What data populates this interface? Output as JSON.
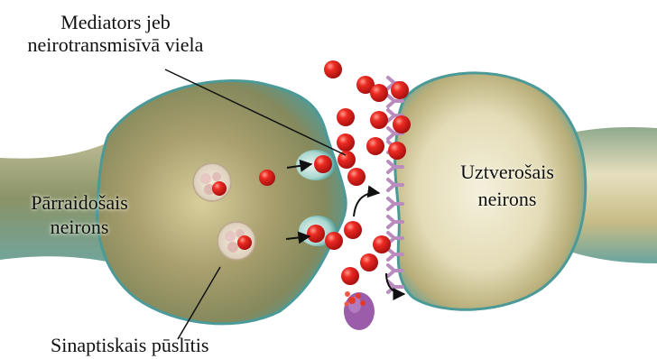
{
  "labels": {
    "mediator_line1": "Mediators jeb",
    "mediator_line2": "neirotransmisīvā viela",
    "sender_line1": "Pārraidošais",
    "sender_line2": "neirons",
    "receiver_line1": "Uztverošais",
    "receiver_line2": "neirons",
    "vesicle_label": "Sinaptiskais pūslītis"
  },
  "colors": {
    "neuron_body": "#a99f6e",
    "neuron_edge": "#4f9d9b",
    "neuron_light": "#efebd7",
    "molecule": "#dd1f1f",
    "receptor": "#b98cbd",
    "background": "#ffffff"
  }
}
